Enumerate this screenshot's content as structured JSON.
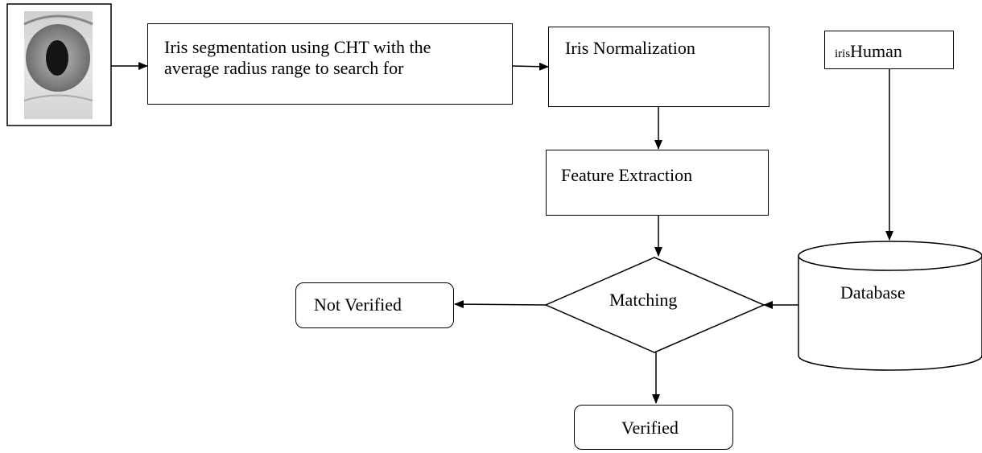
{
  "nodes": {
    "segmentation": "Iris segmentation using CHT with the\naverage radius range to search for",
    "normalization": "Iris Normalization",
    "feature_extraction": "Feature Extraction",
    "iris_human_prefix": "iris",
    "iris_human_main": "Human",
    "database": "Database",
    "matching": "Matching",
    "not_verified": "Not Verified",
    "verified": "Verified"
  }
}
